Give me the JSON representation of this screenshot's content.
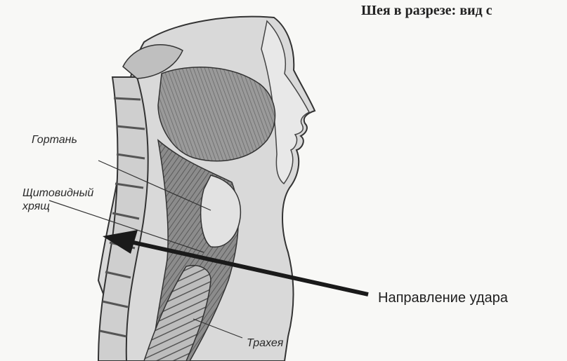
{
  "title": "Шея в разрезе: вид с",
  "labels": {
    "larynx": "Гортань",
    "thyroid_line1": "Щитовидный",
    "thyroid_line2": "хрящ",
    "trachea": "Трахея",
    "impact_direction": "Направление удара"
  }
}
